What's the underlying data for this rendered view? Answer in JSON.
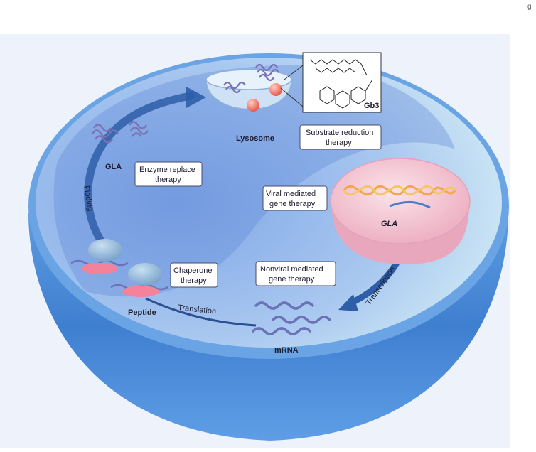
{
  "corner_mark": "g",
  "organelles": {
    "lysosome": "Lysosome",
    "gb3": "Gb3",
    "gla_protein": "GLA",
    "gla_gene": "GLA",
    "mrna": "mRNA",
    "peptide": "Peptide"
  },
  "therapies": {
    "substrate_reduction": [
      "Substrate reduction",
      "therapy"
    ],
    "enzyme_replace": [
      "Enzyme replace",
      "therapy"
    ],
    "viral_gene": [
      "Viral mediated",
      "gene therapy"
    ],
    "nonviral_gene": [
      "Nonviral mediated",
      "gene therapy"
    ],
    "chaperone": [
      "Chaperone",
      "therapy"
    ]
  },
  "processes": {
    "folding": "Floding",
    "transcription": "Transcription",
    "translation": "Translation"
  },
  "colors": {
    "cell_outer": "#3f7fd0",
    "cell_top": "#8ab4e8",
    "arrow": "#2e5ea8",
    "nucleus": "#f3b6c8",
    "sphere": "#f06a5c",
    "protein": "#6c6fb0"
  }
}
